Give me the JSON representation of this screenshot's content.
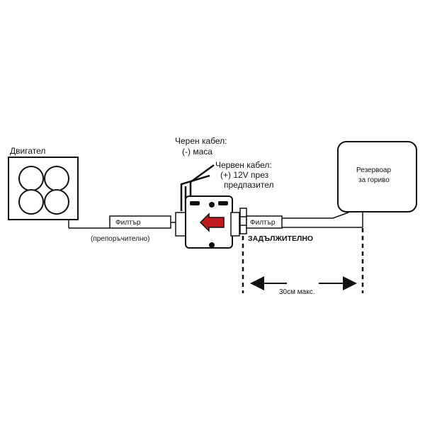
{
  "engine": {
    "label": "Двигател"
  },
  "filter_left": {
    "label": "Филтър",
    "note": "(препоръчително)"
  },
  "filter_right": {
    "label": "Филтър",
    "note": "ЗАДЪЛЖИТЕЛНО"
  },
  "ground_wire": {
    "line1": "Черен кабел:",
    "line2": "(-) маса"
  },
  "power_wire": {
    "line1": "Червен кабел:",
    "line2": "(+) 12V през",
    "line3": "предпазител"
  },
  "tank": {
    "line1": "Резервоар",
    "line2": "за гориво"
  },
  "distance": {
    "label": "30см макс."
  },
  "colors": {
    "line": "#111111",
    "arrow": "#c0191e",
    "pump": "#ffffff"
  }
}
